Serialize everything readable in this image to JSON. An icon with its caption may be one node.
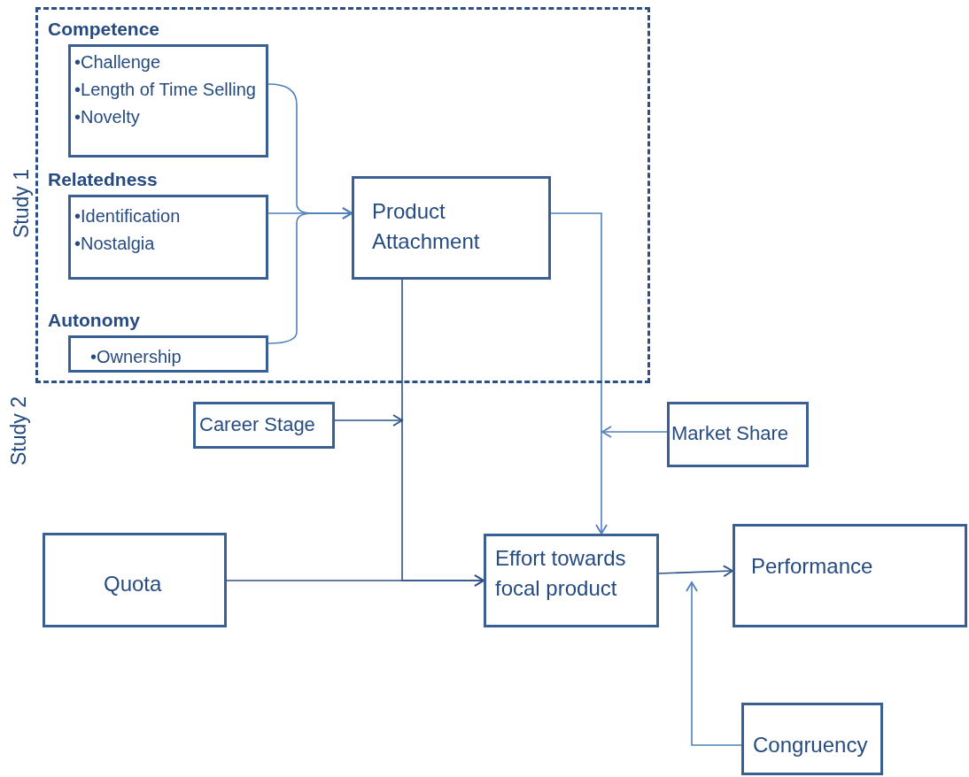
{
  "diagram": {
    "nodes": [
      {
        "text": [
          "Study 1"
        ]
      },
      {
        "text": [
          "Competence",
          "•Challenge",
          "•Length of Time Selling",
          "•Novelty"
        ],
        "in": 0
      },
      {
        "text": [
          "Relatedness",
          "•Identification",
          "•Nostalgia"
        ],
        "in": 0
      },
      {
        "text": [
          "Autonomy",
          "•Ownership"
        ],
        "in": 0
      },
      {
        "text": [
          "Product Attachment"
        ],
        "in": 0
      },
      {
        "text": [
          "Career Stage"
        ]
      },
      {
        "text": [
          "Market Share"
        ]
      },
      {
        "text": [
          "Quota"
        ]
      },
      {
        "text": [
          "Effort towards focal product"
        ]
      },
      {
        "text": [
          "Performance"
        ]
      },
      {
        "text": [
          "Congruency"
        ]
      }
    ],
    "edges": [
      {
        "from": 1,
        "to": 4,
        "arrow": "to"
      },
      {
        "from": 2,
        "to": 4,
        "arrow": "to"
      },
      {
        "from": 3,
        "to": 4,
        "arrow": "to"
      },
      {
        "from": 4,
        "to": 8,
        "arrow": "to",
        "color": "#2c5287"
      },
      {
        "from": 4,
        "to": 8,
        "arrow": "to"
      },
      {
        "from": 5,
        "to": null,
        "arrow": "to",
        "color": "#2c5287"
      },
      {
        "from": 6,
        "to": null,
        "arrow": "to"
      },
      {
        "from": 7,
        "to": 8,
        "arrow": "to",
        "color": "#2c5287"
      },
      {
        "from": 8,
        "to": 9,
        "arrow": "to",
        "color": "#2c5287"
      },
      {
        "from": 10,
        "to": null,
        "arrow": "to"
      }
    ],
    "labels": [
      "Study 2"
    ]
  }
}
